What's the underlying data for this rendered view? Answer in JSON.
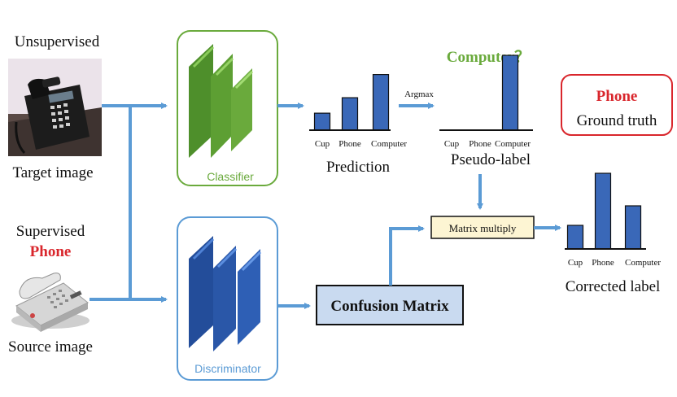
{
  "colors": {
    "arrow": "#5b9bd5",
    "classifier_green": "#6aaa3c",
    "discriminator_blue": "#2e5fb5",
    "bar_blue": "#3a68b8",
    "red": "#d9262c",
    "matrix_fill": "#c9daf0",
    "multiply_fill": "#fdf5d3"
  },
  "labels": {
    "unsupervised": "Unsupervised",
    "target_image": "Target image",
    "supervised": "Supervised",
    "source_class": "Phone",
    "source_image": "Source image",
    "classifier": "Classifier",
    "discriminator": "Discriminator",
    "prediction": "Prediction",
    "argmax": "Argmax",
    "computer_question": "Computer？",
    "pseudo_label": "Pseudo-label",
    "ground_truth_class": "Phone",
    "ground_truth": "Ground truth",
    "confusion_matrix": "Confusion Matrix",
    "matrix_multiply": "Matrix multiply",
    "corrected_label": "Corrected label"
  },
  "chart_data": [
    {
      "type": "bar",
      "id": "prediction",
      "categories": [
        "Cup",
        "Phone",
        "Computer"
      ],
      "values": [
        0.22,
        0.42,
        0.72
      ],
      "ylim": [
        0,
        1
      ]
    },
    {
      "type": "bar",
      "id": "pseudo-label",
      "categories": [
        "Cup",
        "Phone",
        "Computer"
      ],
      "values": [
        0,
        0,
        1
      ],
      "ylim": [
        0,
        1
      ]
    },
    {
      "type": "bar",
      "id": "corrected-label",
      "categories": [
        "Cup",
        "Phone",
        "Computer"
      ],
      "values": [
        0.29,
        0.93,
        0.53
      ],
      "ylim": [
        0,
        1
      ]
    }
  ]
}
